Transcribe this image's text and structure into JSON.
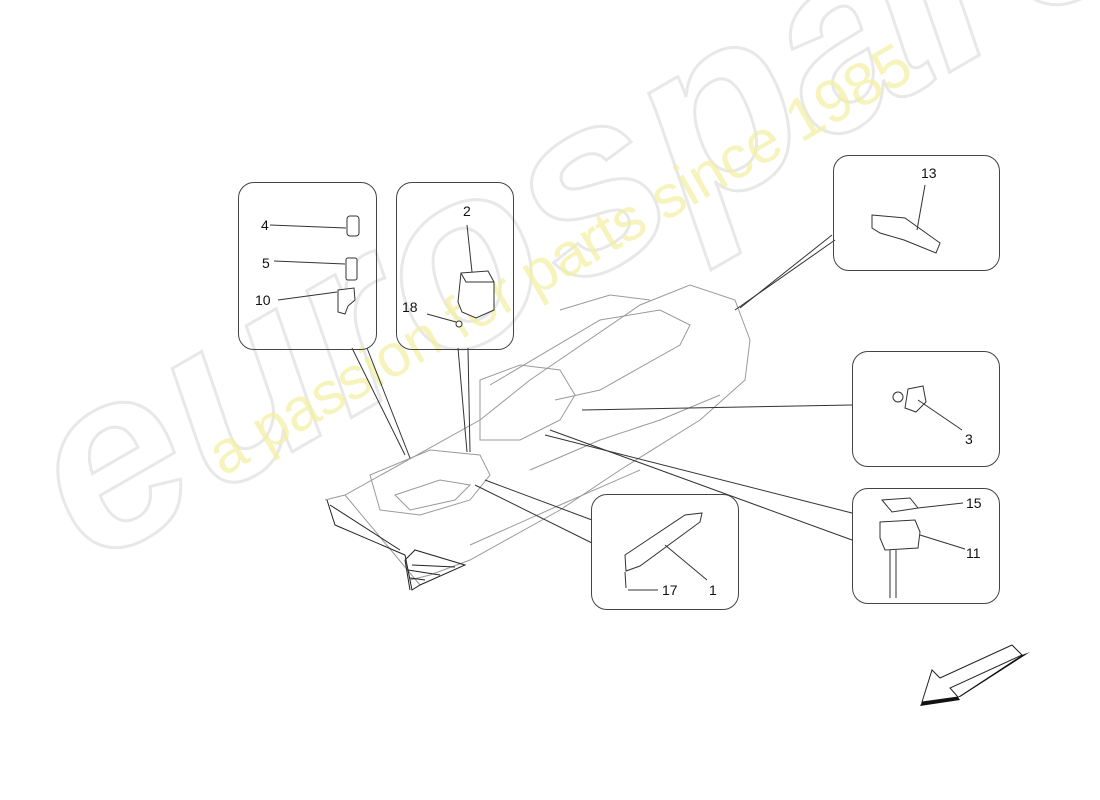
{
  "diagram": {
    "type": "exploded parts diagram",
    "subject": "center console with switches and controls",
    "watermark": {
      "logo_text": "eurospares",
      "tagline": "a passion for parts since 1985"
    },
    "callouts": [
      {
        "id": "box-a",
        "parts": [
          {
            "number": "4",
            "label": "4"
          },
          {
            "number": "5",
            "label": "5"
          },
          {
            "number": "10",
            "label": "10"
          }
        ]
      },
      {
        "id": "box-b",
        "parts": [
          {
            "number": "2",
            "label": "2"
          },
          {
            "number": "18",
            "label": "18"
          }
        ]
      },
      {
        "id": "box-c",
        "parts": [
          {
            "number": "13",
            "label": "13"
          }
        ]
      },
      {
        "id": "box-d",
        "parts": [
          {
            "number": "3",
            "label": "3"
          }
        ]
      },
      {
        "id": "box-e",
        "parts": [
          {
            "number": "15",
            "label": "15"
          },
          {
            "number": "11",
            "label": "11"
          }
        ]
      },
      {
        "id": "box-f",
        "parts": [
          {
            "number": "17",
            "label": "17"
          },
          {
            "number": "1",
            "label": "1"
          }
        ]
      }
    ],
    "orientation_arrow": "front-direction-arrow pointing down-left"
  }
}
